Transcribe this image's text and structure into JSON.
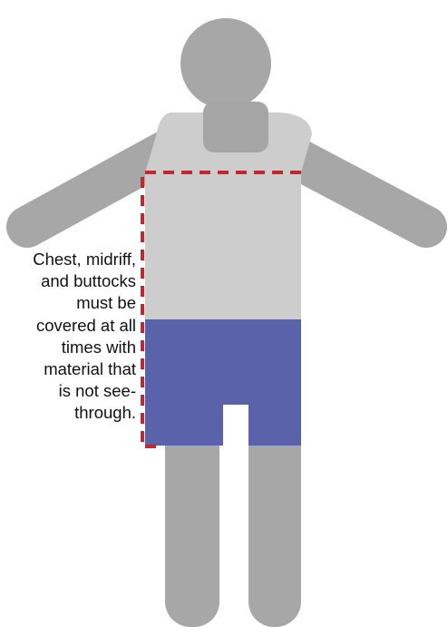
{
  "caption": {
    "lines": [
      "Chest, midriff,",
      "and buttocks",
      "must be",
      "covered at all",
      "times with",
      "material that",
      "is not see-",
      "through."
    ]
  },
  "colors": {
    "body_gray": "#a7a7a7",
    "shirt_gray": "#cdcdcd",
    "collar_gray": "#a5a5a5",
    "shorts_blue": "#5a62aa",
    "dashed_outline_red": "#c1272d"
  },
  "figure_parts": [
    "head",
    "left-arm",
    "right-arm",
    "shirt",
    "neck-collar",
    "shorts",
    "left-leg",
    "right-leg",
    "coverage-outline"
  ]
}
